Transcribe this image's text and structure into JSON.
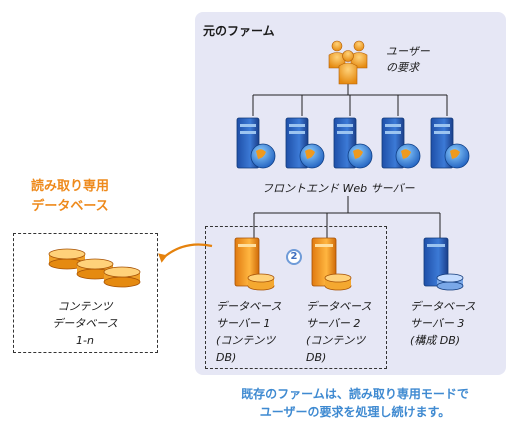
{
  "farm": {
    "title": "元のファーム"
  },
  "users": {
    "label_line1": "ユーザー",
    "label_line2": "の要求"
  },
  "frontend": {
    "label": "フロントエンド Web サーバー"
  },
  "readonly": {
    "title_line1": "読み取り専用",
    "title_line2": "データベース",
    "content_db_line1": "コンテンツ",
    "content_db_line2": "データベース",
    "content_db_line3": "1-n"
  },
  "db_servers": [
    {
      "line1": "データベース",
      "line2": "サーバー 1",
      "line3": "(コンテンツ",
      "line4": "DB)"
    },
    {
      "line1": "データベース",
      "line2": "サーバー 2",
      "line3": "(コンテンツ",
      "line4": "DB)"
    },
    {
      "line1": "データベース",
      "line2": "サーバー 3",
      "line3": "(構成 DB)"
    }
  ],
  "step_badge": "2",
  "footer": {
    "line1": "既存のファームは、読み取り専用モードで",
    "line2": "ユーザーの要求を処理し続けます。"
  },
  "colors": {
    "farm_background": "#e6e7f5",
    "orange_accent": "#ee8a1c",
    "footer_text": "#3f8ad1",
    "server_blue": "#2d5fb8"
  },
  "icons": [
    "users-icon",
    "web-server-icon",
    "globe-icon",
    "database-server-icon",
    "database-disk-icon",
    "arrow-icon"
  ]
}
